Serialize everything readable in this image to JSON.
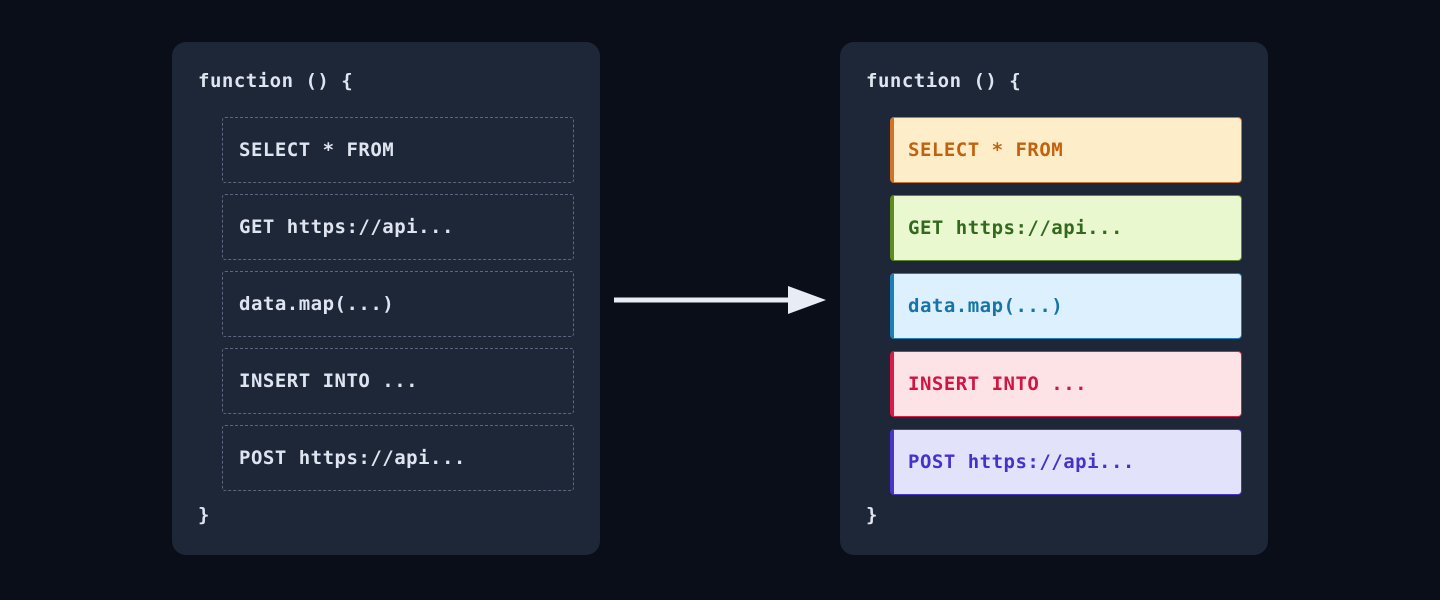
{
  "theme": {
    "page_background": "#0a0e18",
    "card_background": "#1e2738",
    "code_text": "#dfe5f0",
    "dashed_border": "#5b677e",
    "arrow_color": "#e8ecf4"
  },
  "before_panel": {
    "name": "before",
    "header": "function () {",
    "footer": "}",
    "statements": [
      {
        "text": "SELECT * FROM"
      },
      {
        "text": "GET https://api..."
      },
      {
        "text": "data.map(...)"
      },
      {
        "text": "INSERT INTO ..."
      },
      {
        "text": "POST https://api..."
      }
    ]
  },
  "after_panel": {
    "name": "after",
    "header": "function () {",
    "footer": "}",
    "statements": [
      {
        "text": "SELECT * FROM",
        "kind": "sql-select",
        "background": "#fdeec9",
        "accent": "#d1742a",
        "text_color": "#c2620f"
      },
      {
        "text": "GET https://api...",
        "kind": "http-get",
        "background": "#e9f8cf",
        "accent": "#5f8c1e",
        "text_color": "#33691e"
      },
      {
        "text": "data.map(...)",
        "kind": "js-transform",
        "background": "#dcf0fd",
        "accent": "#1b80b8",
        "text_color": "#1874a6"
      },
      {
        "text": "INSERT INTO ...",
        "kind": "sql-insert",
        "background": "#fde3e6",
        "accent": "#d81b48",
        "text_color": "#d01543"
      },
      {
        "text": "POST https://api...",
        "kind": "http-post",
        "background": "#e2e2fb",
        "accent": "#4a34cc",
        "text_color": "#4333cc"
      }
    ]
  },
  "arrow": {
    "name": "transform-arrow",
    "direction": "right"
  }
}
